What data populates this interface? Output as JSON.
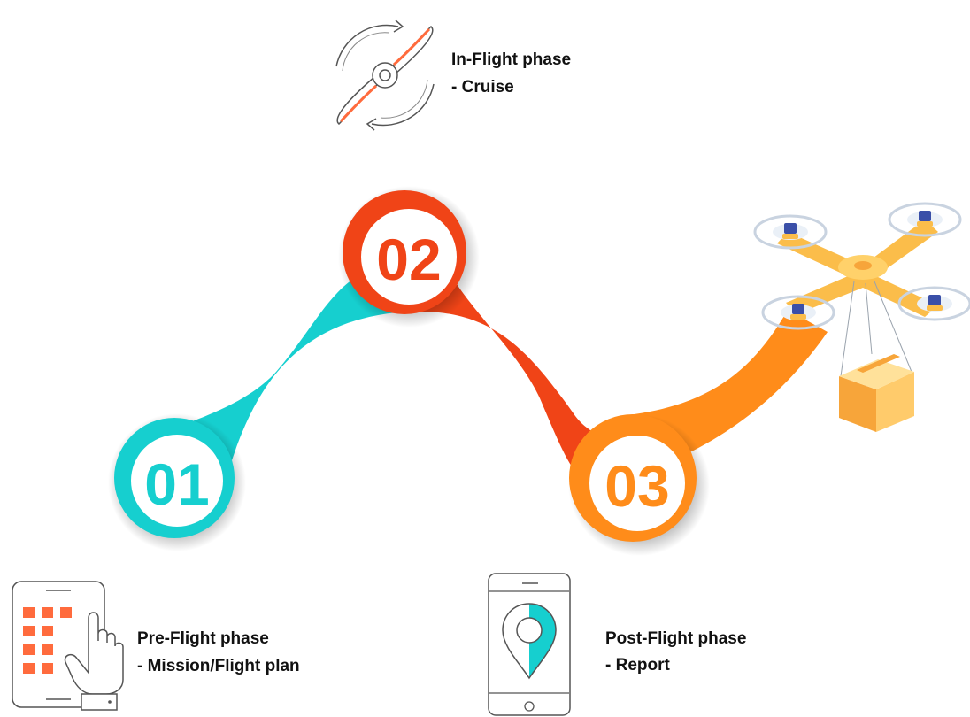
{
  "steps": [
    {
      "number": "01",
      "color": "#16cfcf",
      "title": "Pre-Flight phase",
      "subtitle": "- Mission/Flight plan",
      "icon": "tablet-touch-icon"
    },
    {
      "number": "02",
      "color": "#f04417",
      "title": "In-Flight phase",
      "subtitle": "- Cruise",
      "icon": "propeller-icon"
    },
    {
      "number": "03",
      "color": "#ff8c1a",
      "title": "Post-Flight phase",
      "subtitle": "- Report",
      "icon": "phone-location-icon"
    }
  ],
  "illustration": {
    "icon": "delivery-drone-icon",
    "accent": "#fbbd4a"
  }
}
